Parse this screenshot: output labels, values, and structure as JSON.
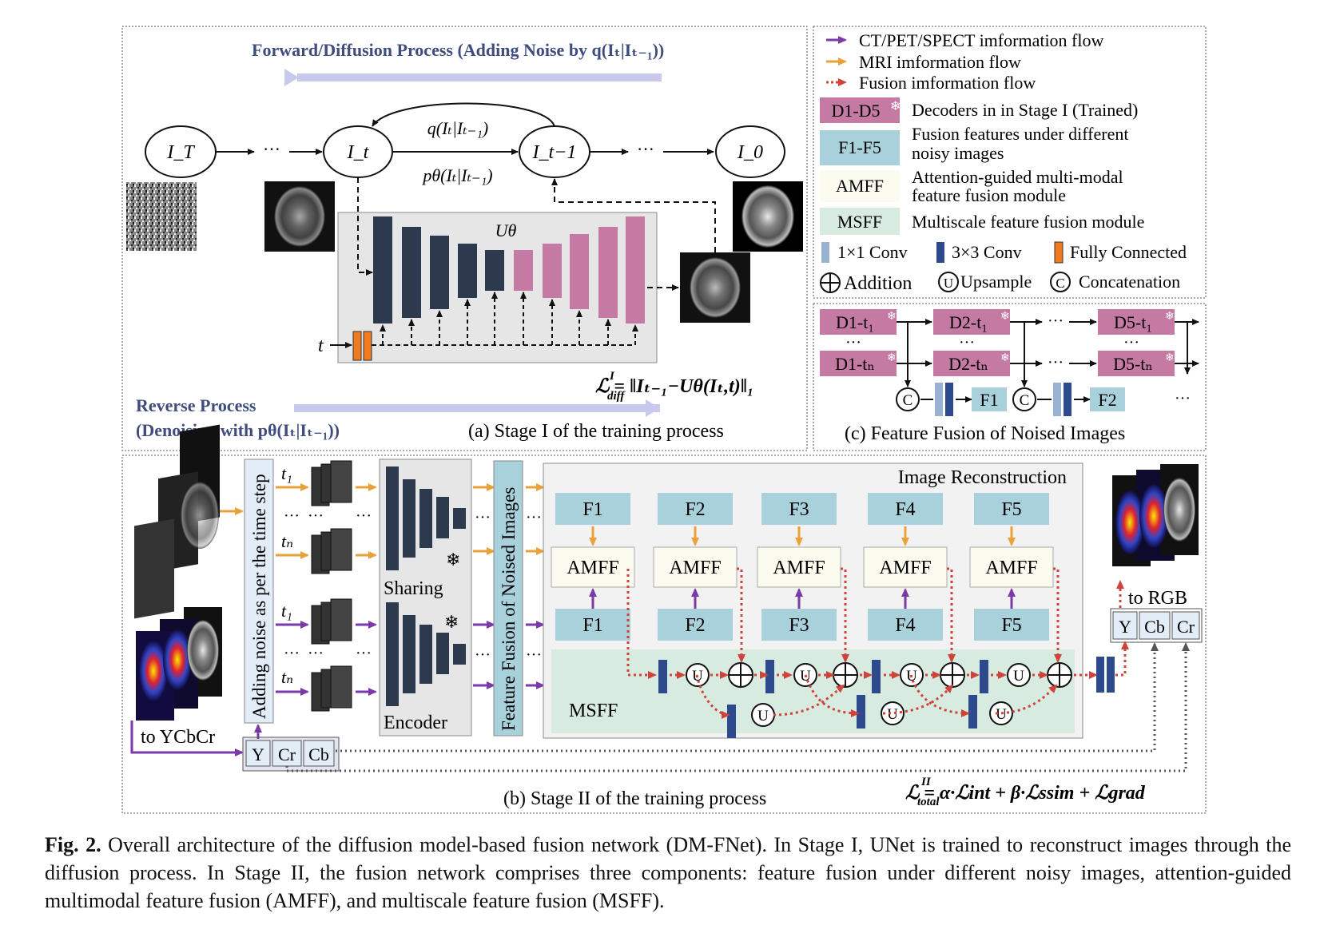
{
  "stage1": {
    "forward_title": "Forward/Diffusion Process (Adding Noise by q(Iₜ|Iₜ₋₁))",
    "node_IT": "I_T",
    "node_It": "I_t",
    "node_It1": "I_t−1",
    "node_I0": "I_0",
    "ellipsis": "···",
    "q_label": "q(Iₜ|Iₜ₋₁)",
    "p_label": "pθ(Iₜ|Iₜ₋₁)",
    "unet_label": "Uθ",
    "t_label": "t",
    "loss": "ℒ = ‖Iₜ₋₁−Uθ(Iₜ,t)‖₁",
    "loss_sup": "I",
    "loss_sub": "diff",
    "reverse_line1": "Reverse Process",
    "reverse_line2": "(Denoising with pθ(Iₜ|Iₜ₋₁))",
    "caption": "(a) Stage I of the training process"
  },
  "legend": {
    "flow1": "CT/PET/SPECT imformation flow",
    "flow2": "MRI imformation flow",
    "flow3": "Fusion imformation flow",
    "d_box": "D1-D5",
    "d_desc": "Decoders in in Stage I  (Trained)",
    "f_box": "F1-F5",
    "f_desc1": "Fusion features under different",
    "f_desc2": "noisy images",
    "amff_box": "AMFF",
    "amff_desc1": "Attention-guided multi-modal",
    "amff_desc2": "feature fusion module",
    "msff_box": "MSFF",
    "msff_desc": "Multiscale feature fusion module",
    "conv1": "1×1 Conv",
    "conv3": "3×3 Conv",
    "fc": "Fully Connected",
    "add": "Addition",
    "up": "Upsample",
    "cat": "Concatenation"
  },
  "stage1c": {
    "d1_t1": "D1-t₁",
    "d2_t1": "D2-t₁",
    "d5_t1": "D5-t₁",
    "d1_tn": "D1-tₙ",
    "d2_tn": "D2-tₙ",
    "d5_tn": "D5-tₙ",
    "dots": "···",
    "f1": "F1",
    "f2": "F2",
    "caption": "(c) Feature Fusion of Noised Images"
  },
  "stage2": {
    "noise_label": "Adding noise as per the time step",
    "t1": "t₁",
    "tn": "tₙ",
    "sharing": "Sharing",
    "encoder": "Encoder",
    "ffn_label": "Feature Fusion of Noised Images",
    "recon_title": "Image Reconstruction",
    "f_top": [
      "F1",
      "F2",
      "F3",
      "F4",
      "F5"
    ],
    "amff": [
      "AMFF",
      "AMFF",
      "AMFF",
      "AMFF",
      "AMFF"
    ],
    "f_bottom": [
      "F1",
      "F2",
      "F3",
      "F4",
      "F5"
    ],
    "msff": "MSFF",
    "to_ycbcr": "to YCbCr",
    "y": "Y",
    "cr": "Cr",
    "cb": "Cb",
    "to_rgb": "to RGB",
    "y2": "Y",
    "cb2": "Cb",
    "cr2": "Cr",
    "loss": "ℒ = α·ℒint + β·ℒssim + ℒgrad",
    "loss_sup": "II",
    "loss_sub": "total",
    "caption": "(b) Stage II of the training process",
    "up_symbol": "U",
    "cat_symbol": "C"
  },
  "figure_caption": {
    "label": "Fig. 2.",
    "text": " Overall architecture of the diffusion model-based fusion network (DM-FNet). In Stage I, UNet is trained to reconstruct images through the diffusion process. In Stage II, the fusion network comprises three components: feature fusion under different noisy images, attention-guided multimodal feature fusion (AMFF), and multiscale feature fusion (MSFF)."
  },
  "colors": {
    "decoder_pink": "#c47aa3",
    "fusion_blue": "#a9d1dc",
    "amff_cream": "#fbfbf0",
    "msff_green": "#d7ebe0",
    "unet_dark": "#2d3a4e",
    "purple": "#7a3aa8",
    "orange": "#e9a23b",
    "red": "#d0433a",
    "title_blue": "#3f4c7d",
    "arrow_lilac": "#c8c9ec",
    "conv_light": "#9ab2d2",
    "conv_dark": "#2c4a8c",
    "fc_orange": "#ef7a1f"
  }
}
